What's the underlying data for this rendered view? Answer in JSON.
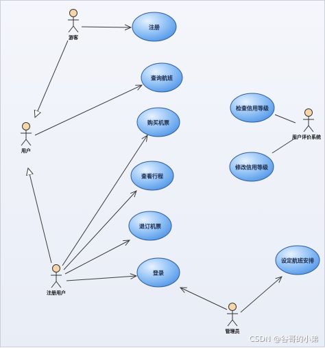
{
  "actors": {
    "visitor": "游客",
    "user": "用户",
    "registered_user": "注册用户",
    "admin": "管理员",
    "credit_system": "用户评价系统"
  },
  "use_cases": {
    "register": "注册",
    "query_flight": "查询航班",
    "buy_ticket": "购买机票",
    "view_itinerary": "查看行程",
    "refund_ticket": "退订机票",
    "login": "登录",
    "check_credit": "检查信用等级",
    "modify_credit": "修改信用等级",
    "set_flight": "设定航班安排"
  },
  "watermark": "CSDN @谷哥的小弟",
  "colors": {
    "ellipse_fill_light": "#d8ebff",
    "ellipse_fill_dark": "#5aa0ee",
    "ellipse_stroke": "#2f5c9a",
    "actor_head": "#f5d6a8",
    "line": "#3a3a3a"
  }
}
